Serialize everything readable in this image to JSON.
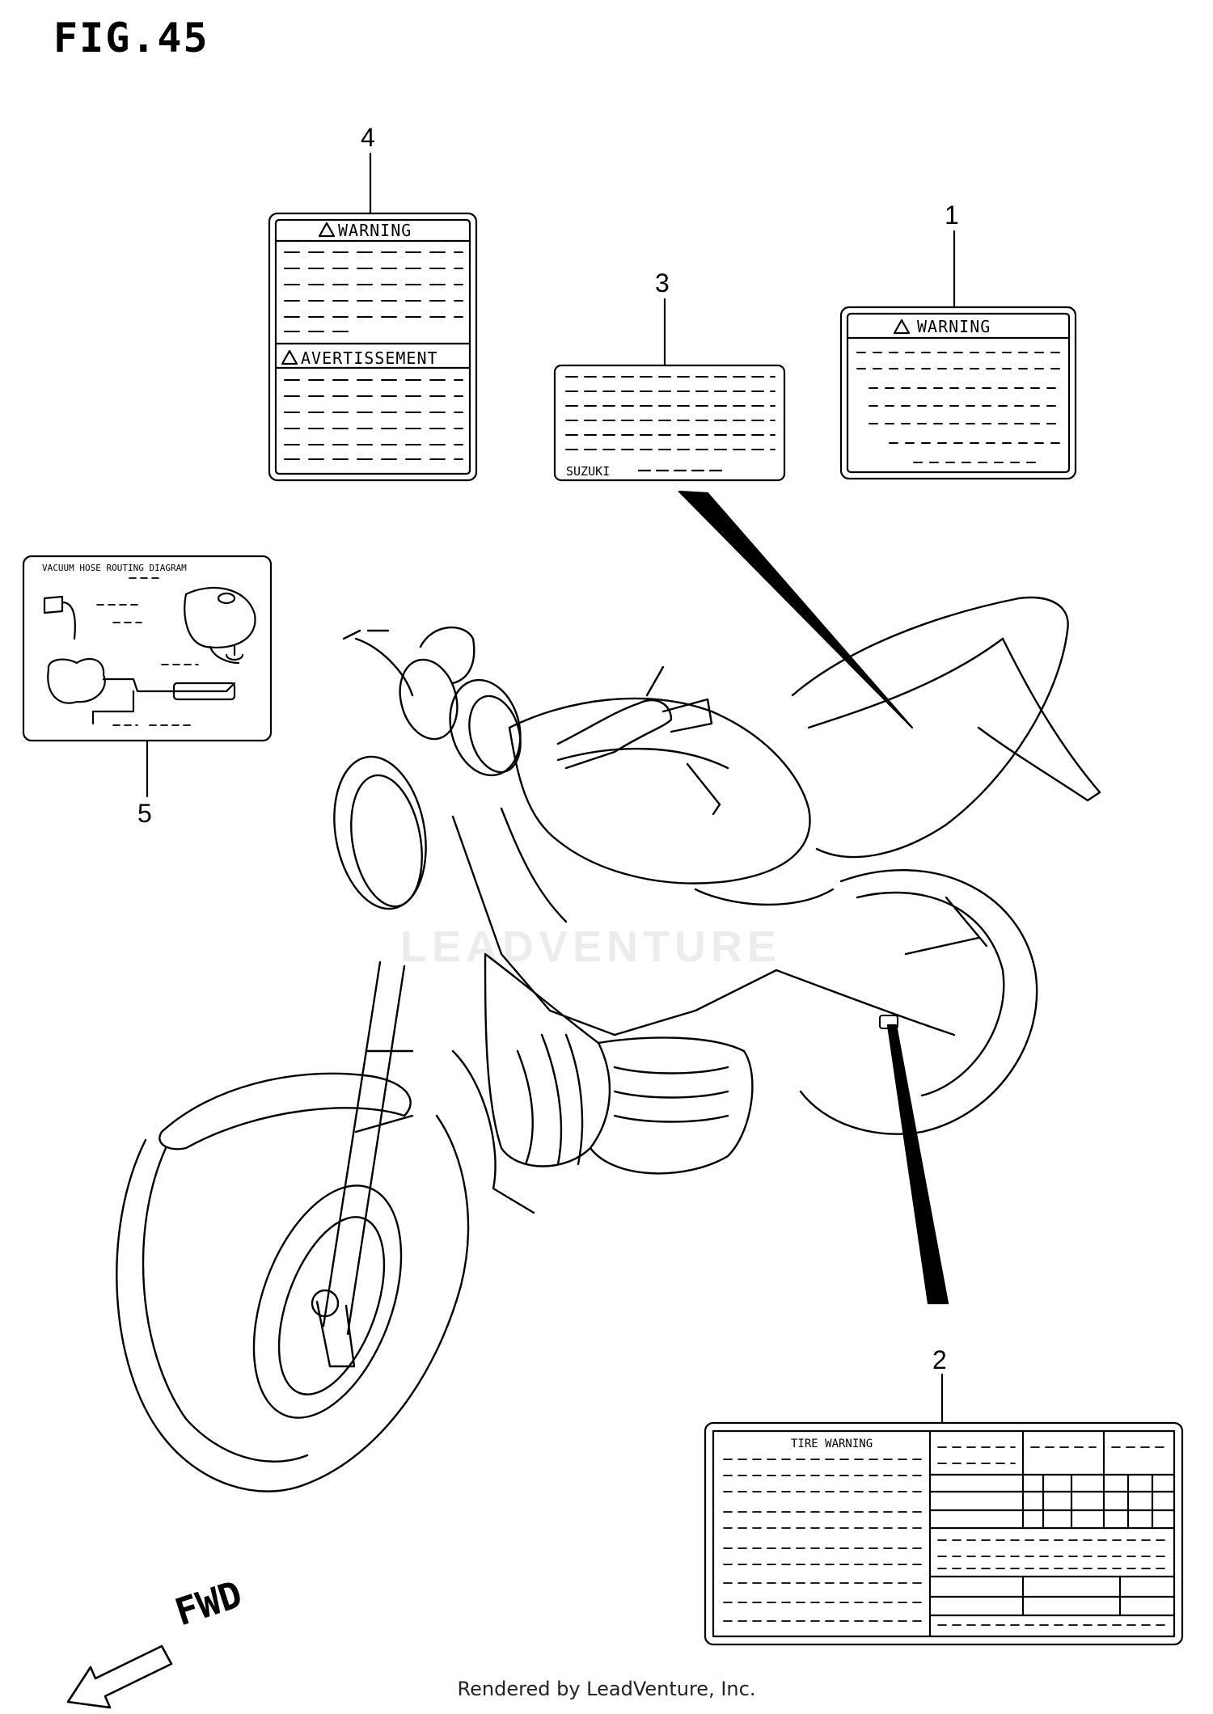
{
  "figure": {
    "title": "FIG.45",
    "fwd_label": "FWD",
    "watermark": "LEADVENTURE",
    "credit": "Rendered by LeadVenture, Inc."
  },
  "callouts": {
    "c1": "1",
    "c2": "2",
    "c3": "3",
    "c4": "4",
    "c5": "5"
  },
  "labels": {
    "label1_heading": "WARNING",
    "label3_brand": "SUZUKI",
    "label4_heading_top": "WARNING",
    "label4_heading_bottom": "AVERTISSEMENT",
    "label5_heading": "VACUUM HOSE ROUTING DIAGRAM",
    "label2_heading": "TIRE WARNING"
  }
}
